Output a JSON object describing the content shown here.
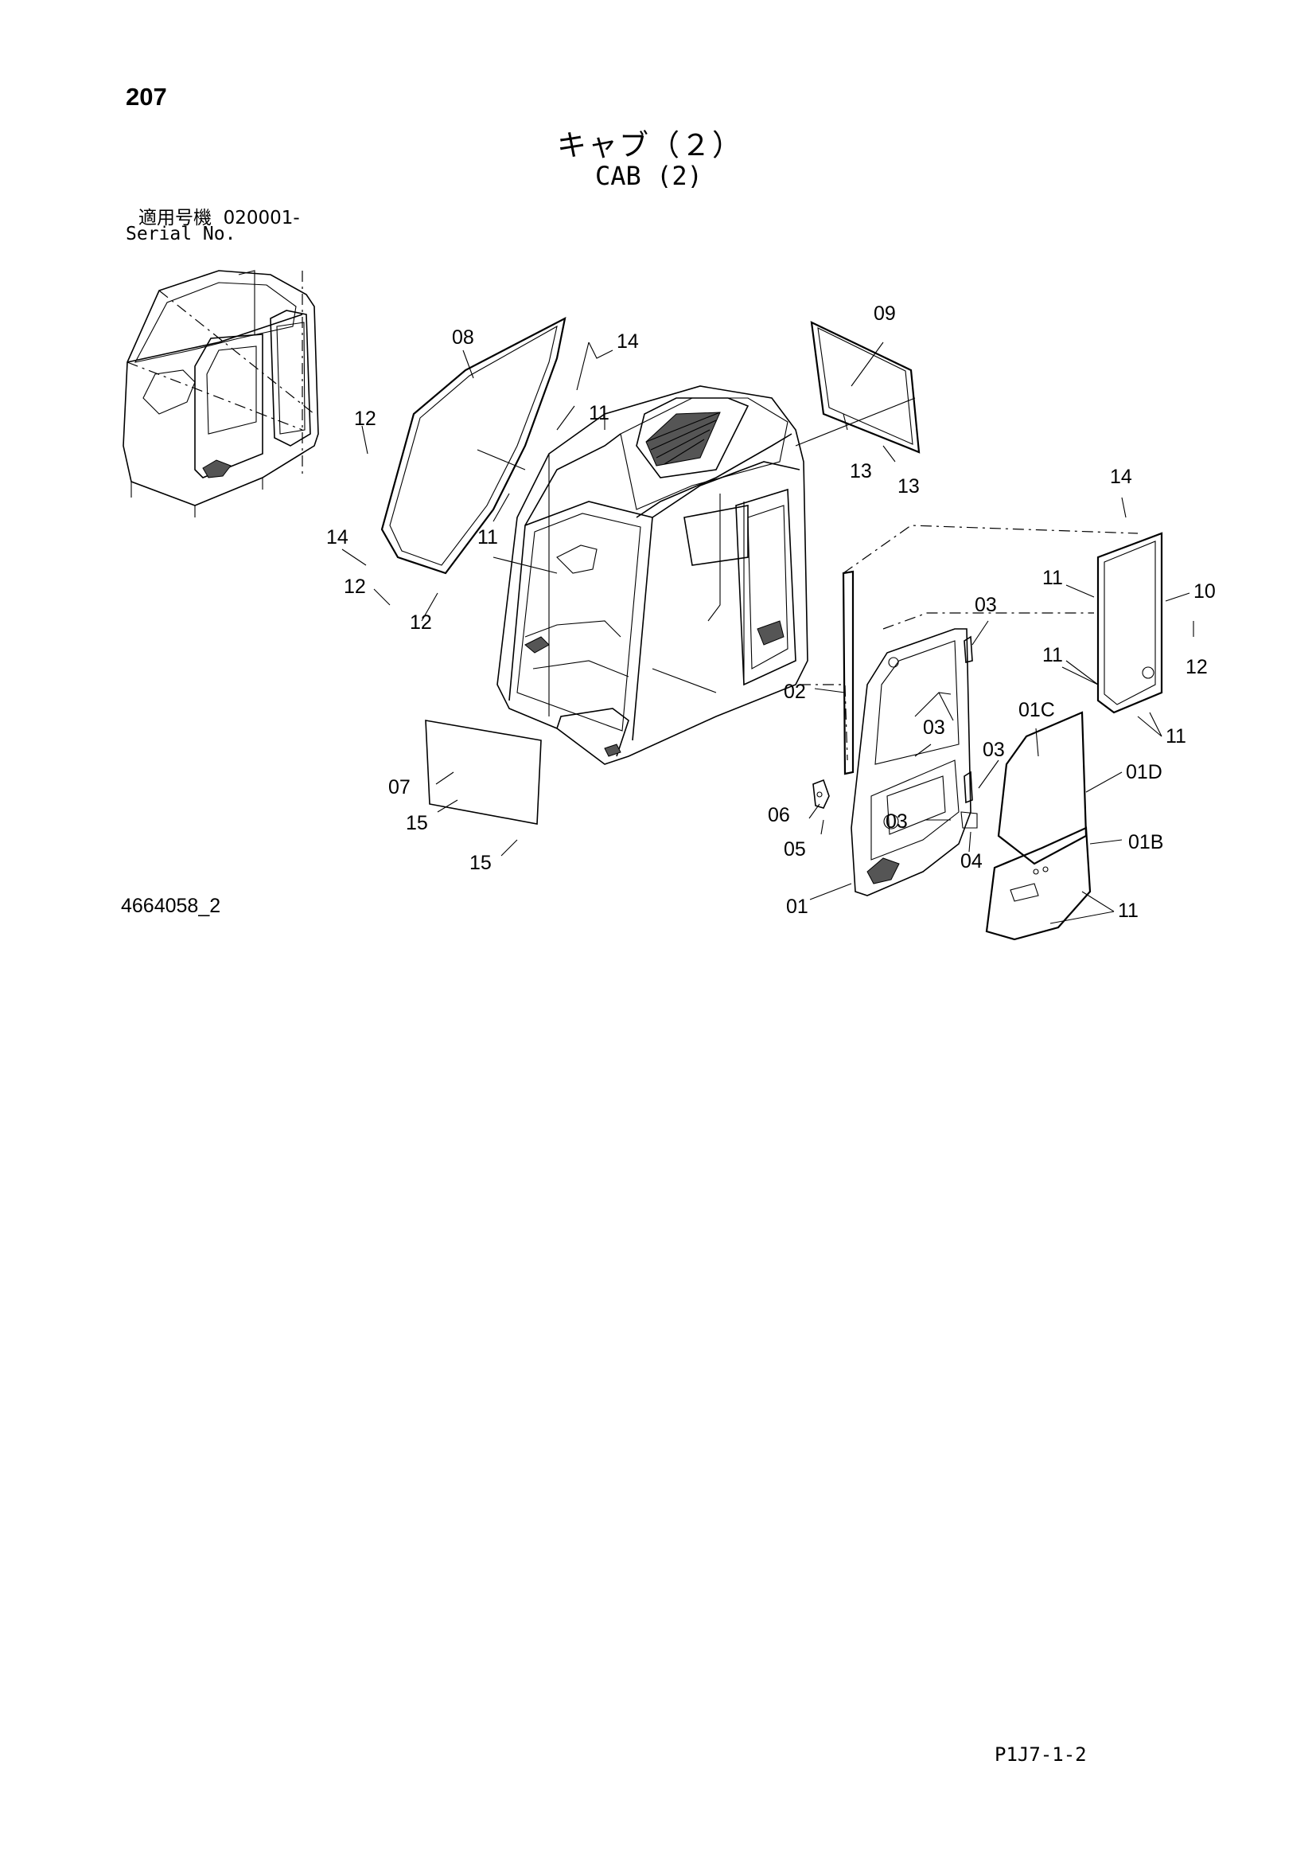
{
  "page_number": "207",
  "title_jp": "キャブ（２）",
  "title_en": "CAB (2)",
  "serial_label_jp": "適用号機",
  "serial_value": "020001-",
  "serial_label_en": "Serial No.",
  "drawing_number": "4664058_2",
  "page_code": "P1J7-1-2",
  "callouts": {
    "c08": "08",
    "c14a": "14",
    "c11a": "11",
    "c12a": "12",
    "c11b": "11",
    "c14b": "14",
    "c12b": "12",
    "c12c": "12",
    "c09": "09",
    "c13a": "13",
    "c13b": "13",
    "c14c": "14",
    "c11c": "11",
    "c10": "10",
    "c11d": "11",
    "c12d": "12",
    "c11e": "11",
    "c03a": "03",
    "c02": "02",
    "c03b": "03",
    "c01c": "01C",
    "c03c": "03",
    "c01d": "01D",
    "c07": "07",
    "c15a": "15",
    "c15b": "15",
    "c06": "06",
    "c05": "05",
    "c03d": "03",
    "c04": "04",
    "c01b": "01B",
    "c01": "01",
    "c11f": "11"
  }
}
